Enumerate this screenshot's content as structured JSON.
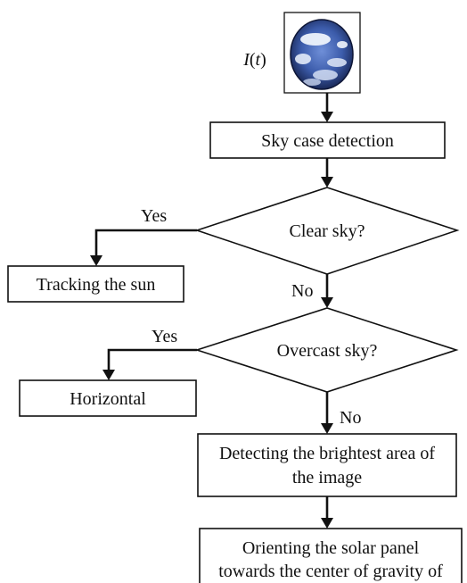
{
  "diagram": {
    "input_label_italic": "I",
    "input_label_paren_open": "(",
    "input_label_italic_t": "t",
    "input_label_paren_close": ")",
    "nodes": {
      "sky_case": "Sky case detection",
      "clear_sky": "Clear sky?",
      "tracking": "Tracking the sun",
      "overcast": "Overcast sky?",
      "horizontal": "Horizontal",
      "brightest_line1": "Detecting the brightest area of",
      "brightest_line2": "the image",
      "orient_line1": "Orienting the solar panel",
      "orient_line2": "towards the center of gravity of"
    },
    "edges": {
      "clear_yes": "Yes",
      "clear_no": "No",
      "overcast_yes": "Yes",
      "overcast_no": "No"
    },
    "colors": {
      "stroke": "#111111",
      "sky_dark": "#1c2f6e",
      "sky_mid": "#5b7bc8",
      "cloud": "#e8eef8"
    }
  }
}
